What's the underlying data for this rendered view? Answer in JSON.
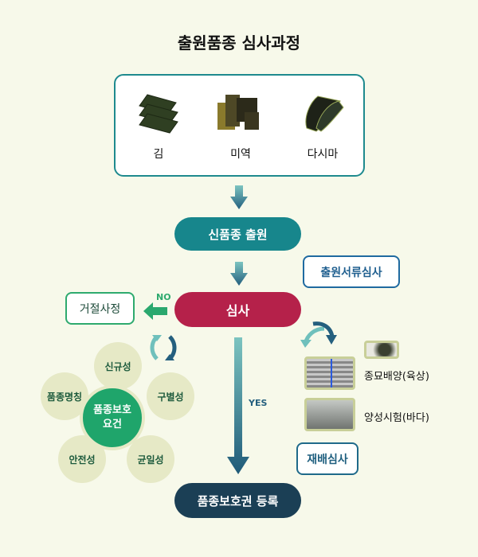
{
  "title": "출원품종 심사과정",
  "crops": [
    {
      "label": "김"
    },
    {
      "label": "미역"
    },
    {
      "label": "다시마"
    }
  ],
  "steps": {
    "application": "신품종 출원",
    "examination": "심사",
    "registration": "품종보호권 등록"
  },
  "document_review": "출원서류심사",
  "rejection": "거절사정",
  "no_label": "NO",
  "yes_label": "YES",
  "requirements": {
    "center": "품종보호 요건",
    "items": [
      "신규성",
      "구별성",
      "균일성",
      "안전성",
      "품종명칭"
    ]
  },
  "cultivation": {
    "items": [
      {
        "label": "종묘배양(육상)"
      },
      {
        "label": "양성시험(바다)"
      }
    ],
    "review": "재배심사"
  },
  "colors": {
    "teal": "#17868c",
    "crimson": "#b5214a",
    "navy": "#1b3f55",
    "green": "#1fa56b",
    "blue": "#1f6aa0"
  }
}
